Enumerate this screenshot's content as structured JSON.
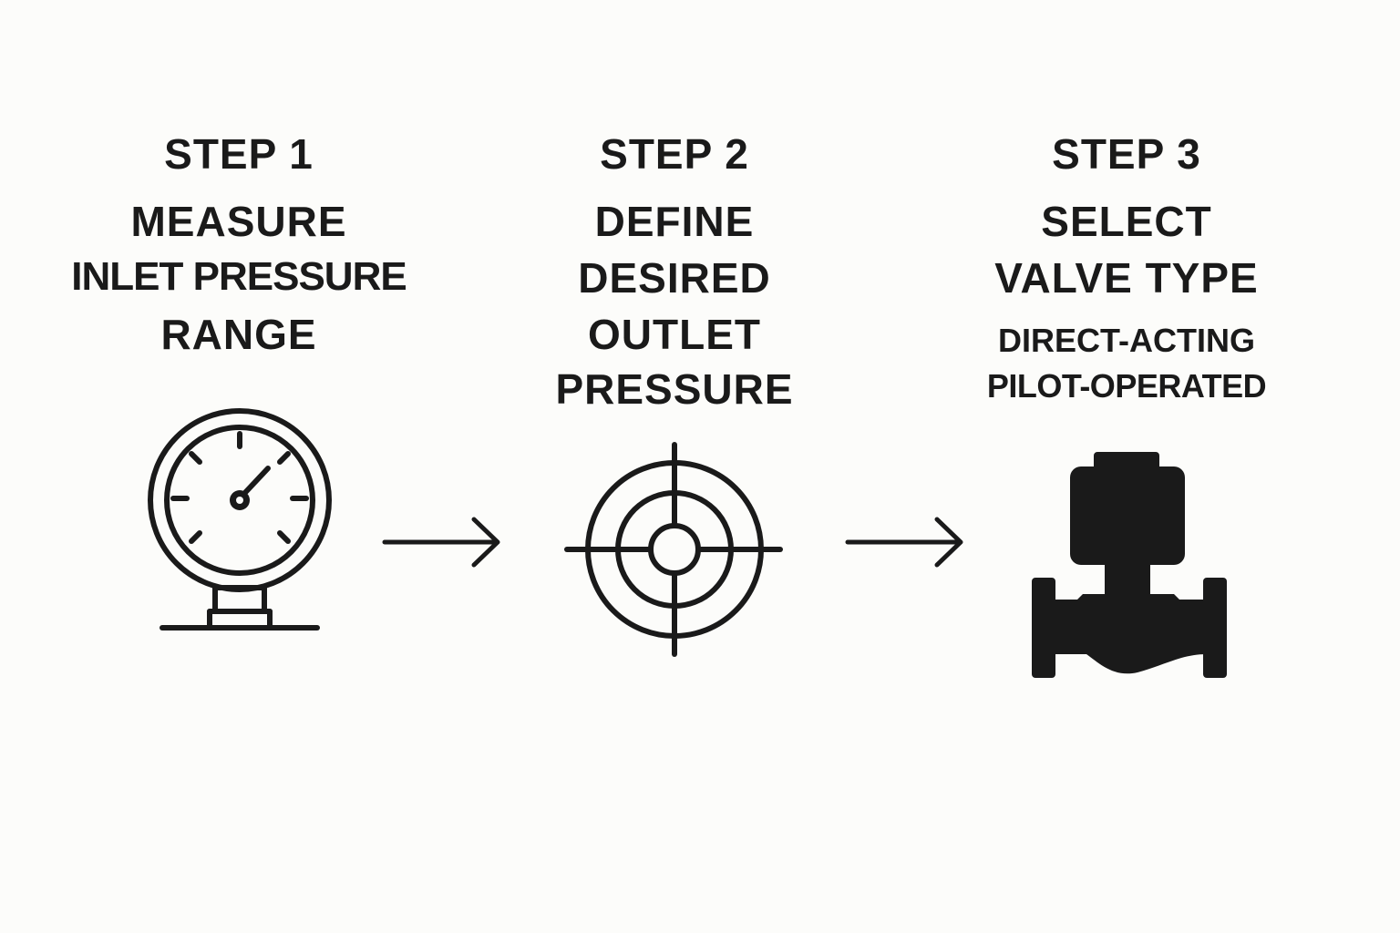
{
  "steps": [
    {
      "label": "STEP 1",
      "lines": [
        "MEASURE",
        "INLET PRESSURE",
        "RANGE"
      ],
      "icon": "pressure-gauge-icon"
    },
    {
      "label": "STEP 2",
      "lines": [
        "DEFINE",
        "DESIRED",
        "OUTLET",
        "PRESSURE"
      ],
      "icon": "target-crosshair-icon"
    },
    {
      "label": "STEP 3",
      "lines": [
        "SELECT",
        "VALVE TYPE"
      ],
      "sublines": [
        "DIRECT-ACTING",
        "PILOT-OPERATED"
      ],
      "icon": "valve-icon"
    }
  ],
  "connectors": [
    "arrow-right-icon",
    "arrow-right-icon"
  ],
  "colors": {
    "background": "#fcfcfa",
    "ink": "#1a1a1a"
  }
}
